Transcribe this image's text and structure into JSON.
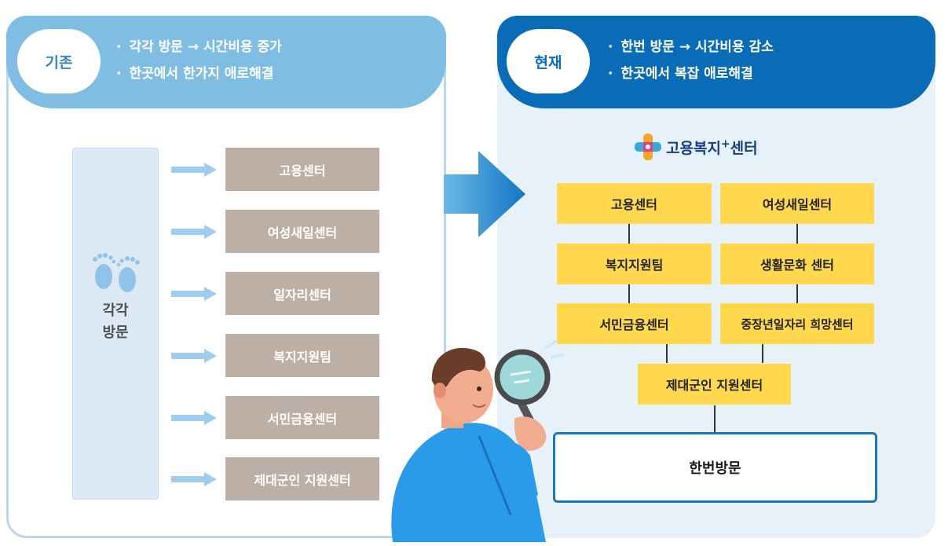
{
  "before": {
    "badge": "기존",
    "points": [
      "각각 방문 → 시간비용 증가",
      "한곳에서 한가지 애로해결"
    ],
    "visit_label_line1": "각각",
    "visit_label_line2": "방문",
    "centers": [
      "고용센터",
      "여성새일센터",
      "일자리센터",
      "복지지원팀",
      "서민금융센터",
      "제대군인 지원센터"
    ]
  },
  "after": {
    "badge": "현재",
    "points": [
      "한번 방문 → 시간비용 감소",
      "한곳에서 복잡 애로해결"
    ],
    "logo_text": "고용복지",
    "logo_sup": "+",
    "logo_suffix": "센터",
    "centers_left": [
      "고용센터",
      "복지지원팀",
      "서민금융센터"
    ],
    "centers_right": [
      "여성새일센터",
      "생활문화 센터",
      "중장년일자리 희망센터"
    ],
    "center_bottom": "제대군인 지원센터",
    "once_visit": "한번방문"
  },
  "colors": {
    "before_header": "#7fbde3",
    "after_header": "#0a6bb6",
    "old_box": "#bcb0a6",
    "new_box": "#ffd84d",
    "big_arrow": "#1d7fc9"
  }
}
